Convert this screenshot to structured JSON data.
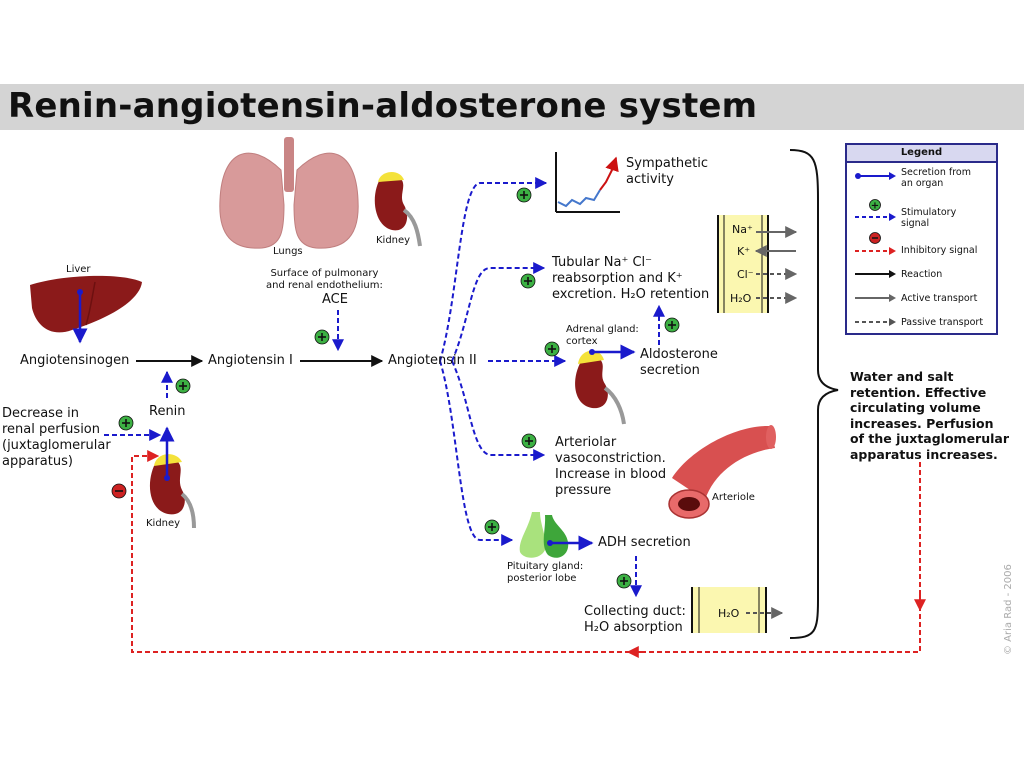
{
  "title": "Renin-angiotensin-aldosterone system",
  "labels": {
    "lungs": "Lungs",
    "kidney_top": "Kidney",
    "liver": "Liver",
    "surface": "Surface of pulmonary\nand renal endothelium:",
    "ace": "ACE",
    "angiotensinogen": "Angiotensinogen",
    "angiotensin_i": "Angiotensin I",
    "angiotensin_ii": "Angiotensin II",
    "renin": "Renin",
    "decrease": "Decrease in\nrenal perfusion\n(juxtaglomerular\napparatus)",
    "kidney_bottom": "Kidney",
    "sympathetic": "Sympathetic\nactivity",
    "tubular": "Tubular Na⁺ Cl⁻\nreabsorption and K⁺\nexcretion. H₂O retention",
    "adrenal": "Adrenal gland:\ncortex",
    "aldosterone": "Aldosterone\nsecretion",
    "arteriolar": "Arteriolar\nvasoconstriction.\nIncrease in blood\npressure",
    "arteriole": "Arteriole",
    "adh": "ADH secretion",
    "pituitary": "Pituitary gland:\nposterior lobe",
    "collecting": "Collecting duct:\nH₂O absorption",
    "water_salt": "Water and salt\nretention. Effective\ncirculating volume\nincreases. Perfusion\nof the juxtaglomerular\napparatus increases.",
    "credit": "© Aria Rad - 2006"
  },
  "tubule_ions": [
    "Na⁺",
    "K⁺",
    "Cl⁻",
    "H₂O"
  ],
  "duct_ion": "H₂O",
  "legend": {
    "title": "Legend",
    "items": [
      {
        "label": "Secretion from\nan organ"
      },
      {
        "label": "Stimulatory\nsignal"
      },
      {
        "label": "Inhibitory signal"
      },
      {
        "label": "Reaction"
      },
      {
        "label": "Active transport"
      },
      {
        "label": "Passive transport"
      }
    ]
  },
  "colors": {
    "secretion": "#1a1acc",
    "stimulatory": "#1a1acc",
    "inhibitory": "#dd2222",
    "reaction": "#111111",
    "active": "#666666",
    "passive": "#555555",
    "plus_fill": "#3cb043",
    "minus_fill": "#cc2222",
    "organ": "#8b1a1a",
    "lung": "#d89a9a",
    "tubule": "#fbf7b0"
  }
}
